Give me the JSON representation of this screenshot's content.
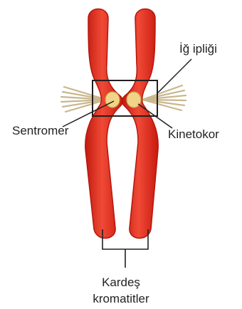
{
  "labels": {
    "spindle_fiber": "İğ ipliği",
    "centromere": "Sentromer",
    "kinetochore": "Kinetokor",
    "sister_chromatids_line1": "Kardeş",
    "sister_chromatids_line2": "kromatitler"
  },
  "colors": {
    "chromatid_fill": "#e2291d",
    "chromatid_edge": "#b5160c",
    "chromatid_highlight": "#f05a46",
    "kinetochore_fill": "#f2d488",
    "kinetochore_edge": "#c9a24a",
    "spindle_fiber": "#c9b78f",
    "line": "#231f20"
  }
}
